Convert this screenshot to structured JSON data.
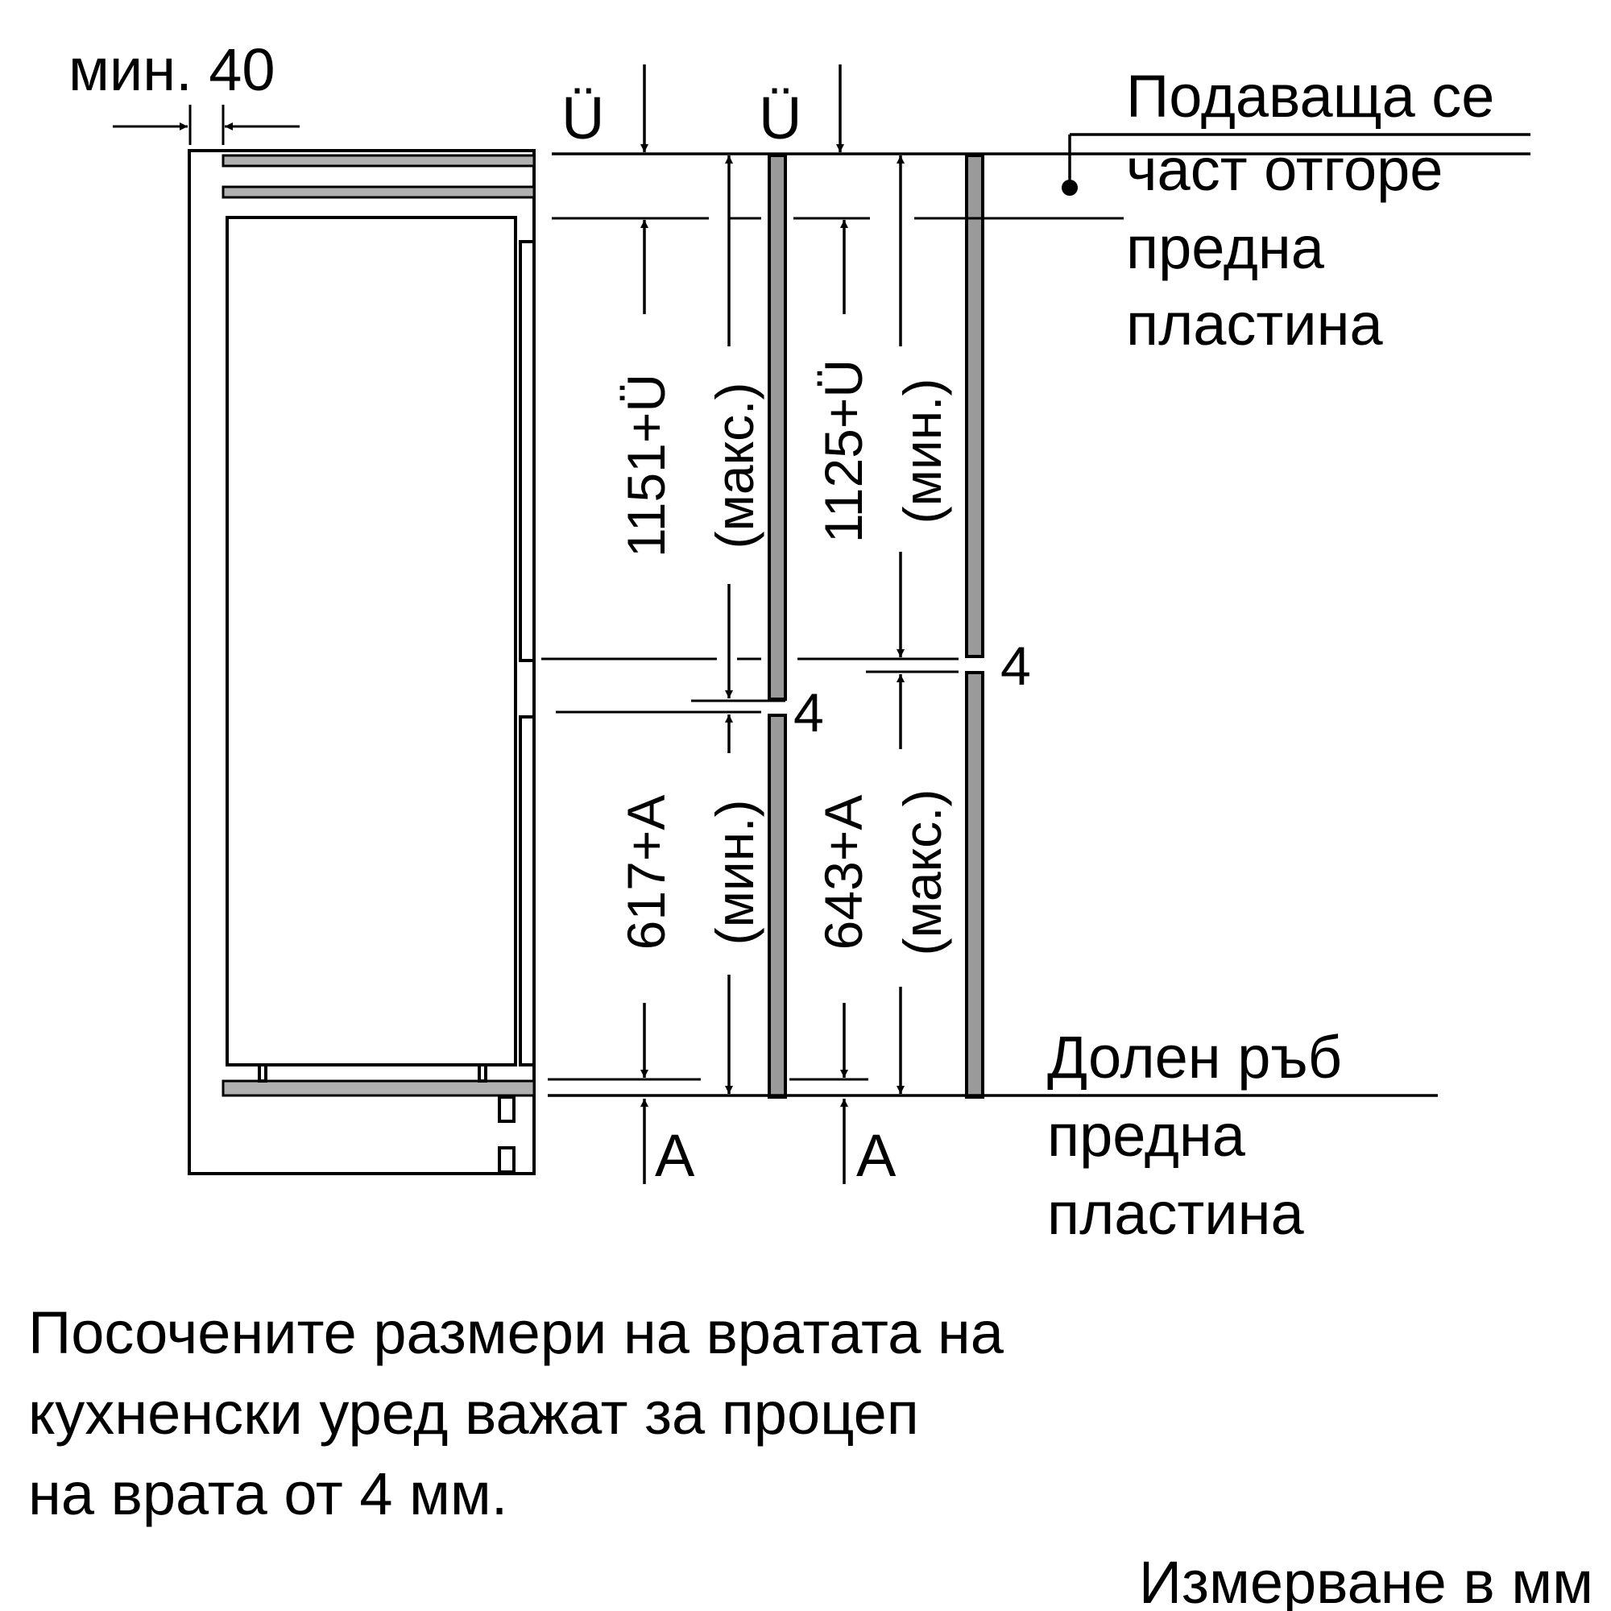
{
  "diagram": {
    "gap_label": "мин. 40",
    "u_label_1": "Ü",
    "u_label_2": "Ü",
    "dim_upper_left": "1151+Ü",
    "dim_upper_left_note": "(макс.)",
    "dim_upper_right": "1125+Ü",
    "dim_upper_right_note": "(мин.)",
    "dim_lower_left": "617+A",
    "dim_lower_left_note": "(мин.)",
    "dim_lower_right": "643+A",
    "dim_lower_right_note": "(макс.)",
    "gap_4_left": "4",
    "gap_4_right": "4",
    "a_label_1": "A",
    "a_label_2": "A",
    "top_callout": [
      "Подаваща се",
      "част отгоре",
      "предна",
      "пластина"
    ],
    "bottom_callout": [
      "Долен ръб",
      "предна",
      "пластина"
    ],
    "note": [
      "Посочените размери на вратата на",
      "кухненски уред важат за процеп",
      "на врата от 4 мм."
    ],
    "units": "Измерване в мм"
  }
}
